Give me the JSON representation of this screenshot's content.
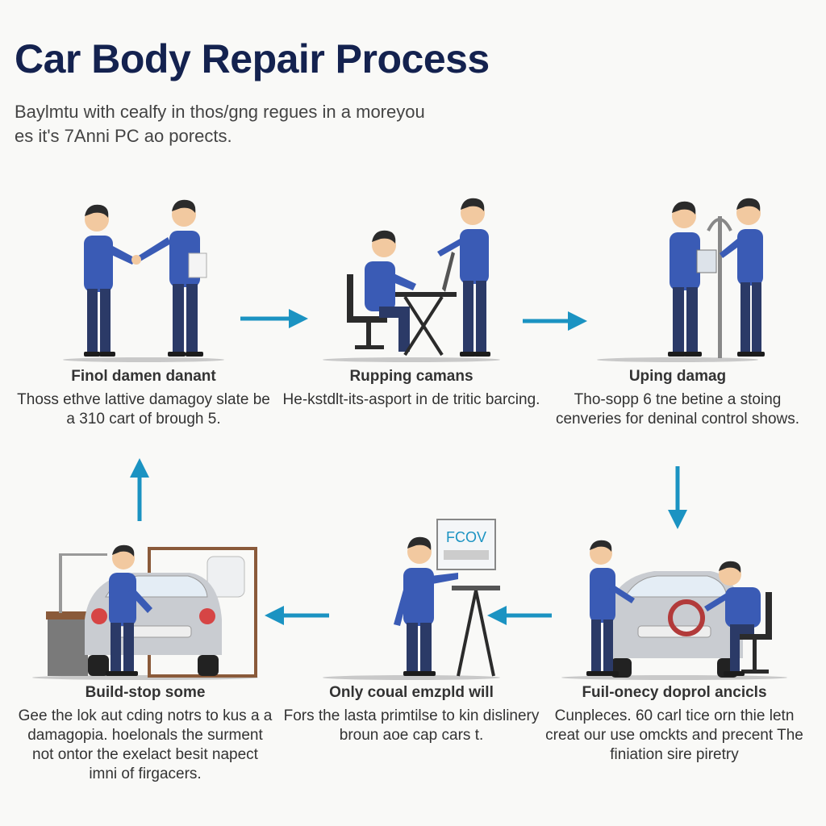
{
  "header": {
    "title": "Car Body Repair Process",
    "subtitle": "Baylmtu with cealfy in thos/gng regues in a moreyou es it's 7Anni PC ao porects."
  },
  "colors": {
    "title": "#14224f",
    "arrow": "#1b93c2",
    "shirt": "#3a5bb5",
    "pants": "#2b3a67",
    "car": "#c9ccd1"
  },
  "steps": [
    {
      "title": "Finol damen danant",
      "desc": "Thoss ethve lattive damagoy slate be a 310 cart of brough 5.",
      "icon": "handshake-icon"
    },
    {
      "title": "Rupping camans",
      "desc": "He-kstdlt-its-asport in de tritic barcing.",
      "icon": "computer-desk-icon"
    },
    {
      "title": "Uping damag",
      "desc": "Tho-sopp 6 tne betine a stoing cenveries for deninal control shows.",
      "icon": "paint-gun-icon"
    },
    {
      "title": "Fuil-onecy doprol ancicls",
      "desc": "Cunpleces. 60 carl tice orn thie letn creat our use omckts and precent The finiation sire piretry",
      "icon": "car-repair-icon"
    },
    {
      "title": "Only coual emzpld will",
      "desc": "Fors the lasta primtilse to kin dislinery broun aoe cap cars t.",
      "icon": "whiteboard-icon"
    },
    {
      "title": "Build-stop some",
      "desc": "Gee the lok aut cding notrs to kus a a damagopia. hoelonals the surment not ontor the exelact besit napect imni of firgacers.",
      "icon": "car-inspection-icon"
    }
  ],
  "board_label": "FCOV"
}
